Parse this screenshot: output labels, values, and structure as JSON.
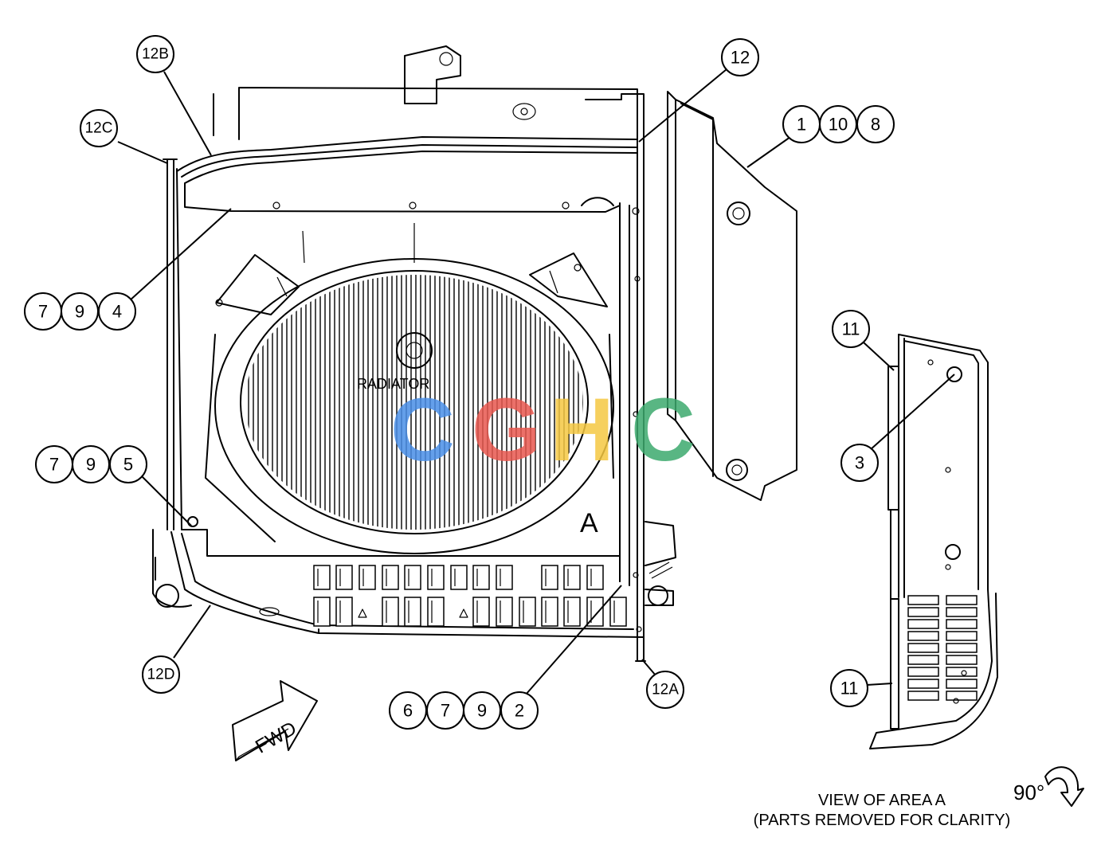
{
  "labels": {
    "radiator": "RADIATOR",
    "area": "A",
    "fwd": "FWD",
    "rotation": "90°",
    "view_title_line1": "VIEW OF AREA A",
    "view_title_line2": "(PARTS REMOVED FOR CLARITY)"
  },
  "callouts": {
    "c12B": "12B",
    "c12C": "12C",
    "c12": "12",
    "c1": "1",
    "c10": "10",
    "c8": "8",
    "c7a": "7",
    "c9a": "9",
    "c4": "4",
    "c7b": "7",
    "c9b": "9",
    "c5": "5",
    "c12D": "12D",
    "c6": "6",
    "c7c": "7",
    "c9c": "9",
    "c2": "2",
    "c12A": "12A",
    "c11a": "11",
    "c3": "3",
    "c11b": "11"
  },
  "watermark": {
    "text": "CGHC",
    "letters": [
      "C",
      "G",
      "H",
      "C"
    ],
    "colors": [
      "#4A8FE7",
      "#E8584F",
      "#F5C842",
      "#3DAA6E"
    ]
  }
}
